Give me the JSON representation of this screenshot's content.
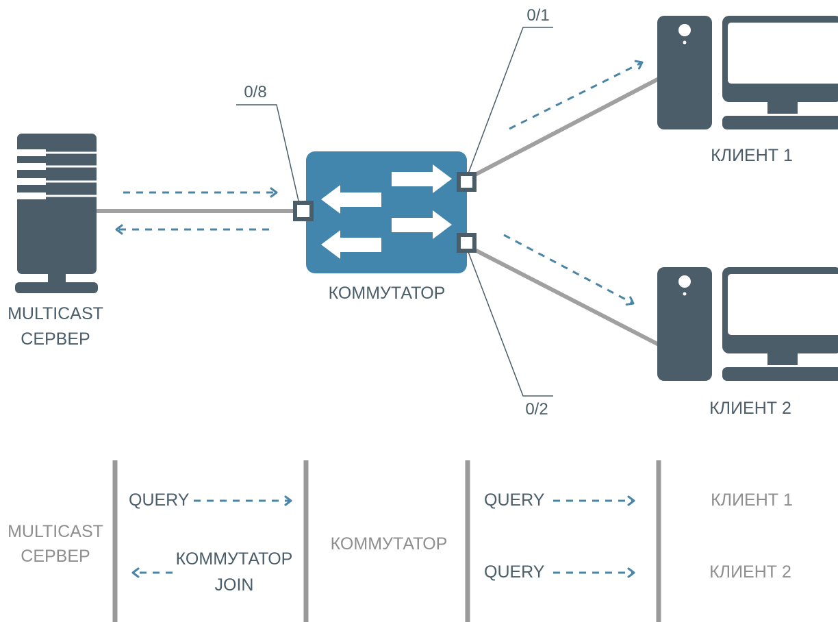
{
  "colors": {
    "device": "#4a5d68",
    "switch": "#4286ad",
    "link": "#a0a0a0",
    "arrow": "#4a84a6",
    "text_dark": "#4a5d68",
    "text_gray": "#8e8e8e",
    "divider": "#999999"
  },
  "topology": {
    "server_label_line1": "MULTICAST",
    "server_label_line2": "СЕРВЕР",
    "switch_label": "КОММУТАТОР",
    "client1_label": "КЛИЕНТ 1",
    "client2_label": "КЛИЕНТ 2",
    "port_server": "0/8",
    "port_client1": "0/1",
    "port_client2": "0/2"
  },
  "sequence": {
    "server_line1": "MULTICAST",
    "server_line2": "СЕРВЕР",
    "switch": "КОММУТАТОР",
    "client1": "КЛИЕНТ 1",
    "client2": "КЛИЕНТ 2",
    "query_to_switch": "QUERY",
    "join_line1": "КОММУТАТОР",
    "join_line2": "JOIN",
    "query_to_client1": "QUERY",
    "query_to_client2": "QUERY"
  }
}
